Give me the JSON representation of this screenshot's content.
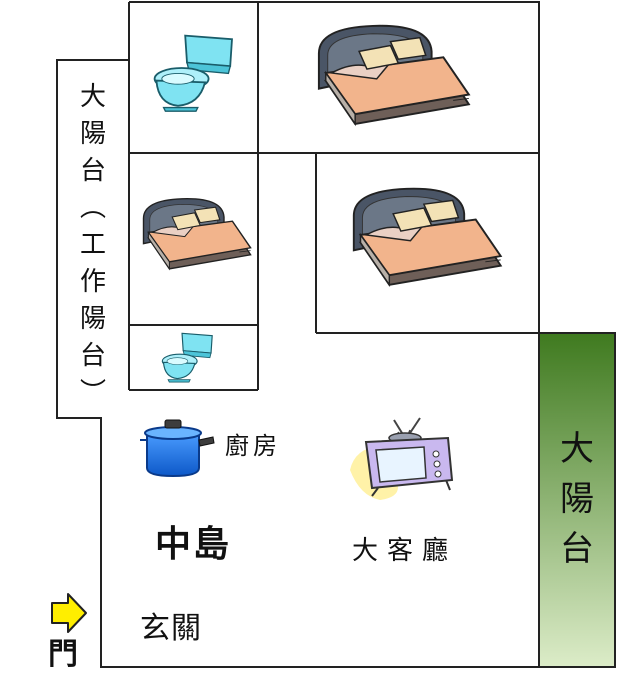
{
  "labels": {
    "balcony_work": [
      "大",
      "陽",
      "台",
      "︵",
      "工",
      "作",
      "陽",
      "台",
      "︶"
    ],
    "balcony_big": [
      "大",
      "陽",
      "台"
    ],
    "kitchen": "廚房",
    "island": "中島",
    "living": "大客廳",
    "entry": "玄關",
    "door": "門"
  },
  "icons": {
    "toilet": "toilet-icon",
    "bed": "bed-icon",
    "pot": "cooking-pot-icon",
    "tv": "television-icon",
    "arrow": "arrow-right-icon"
  },
  "colors": {
    "wall": "#222222",
    "balcony_dark": "#3f7a1f",
    "balcony_light": "#dcecc8",
    "toilet": "#7fe3f2",
    "bed_headboard": "#4a5566",
    "bed_sheet": "#f2b48c",
    "bed_pillow": "#f3e2b6",
    "pot": "#1a73e8",
    "tv": "#c9b8ef",
    "arrow": "#ffee00"
  }
}
